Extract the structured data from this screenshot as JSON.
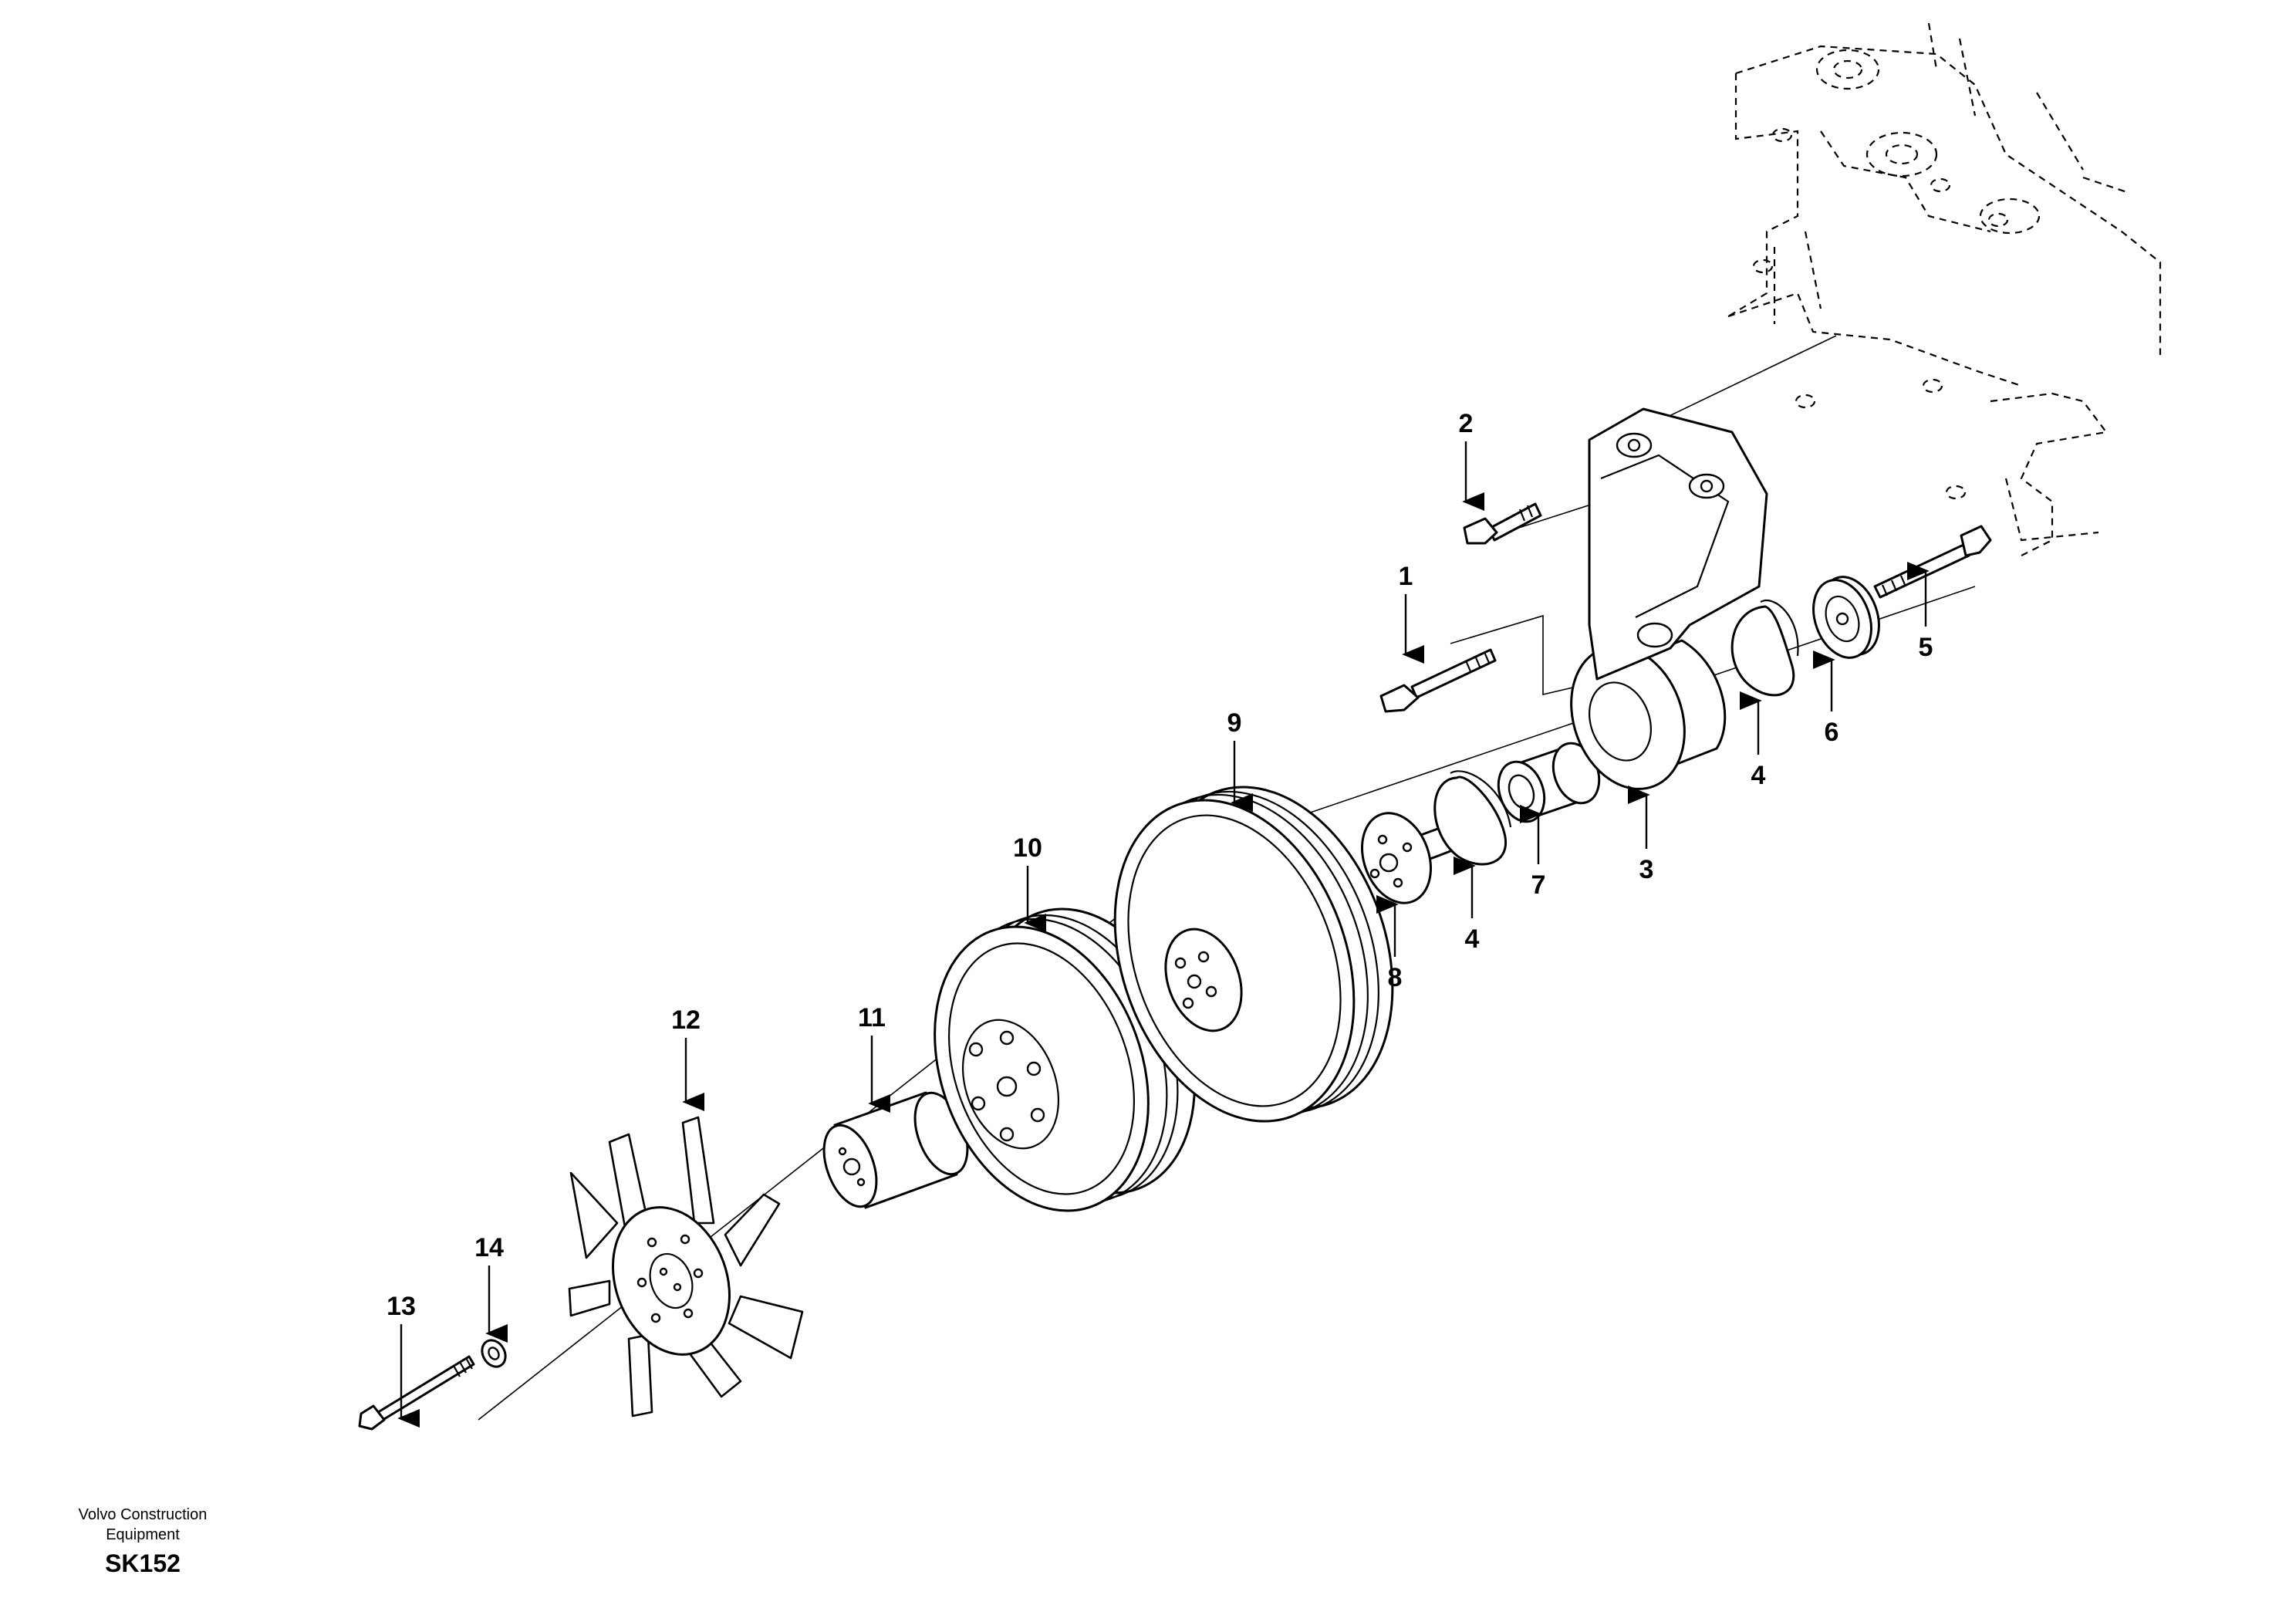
{
  "diagram": {
    "callouts": [
      {
        "id": "1",
        "label": "1"
      },
      {
        "id": "2",
        "label": "2"
      },
      {
        "id": "3",
        "label": "3"
      },
      {
        "id": "4a",
        "label": "4"
      },
      {
        "id": "4b",
        "label": "4"
      },
      {
        "id": "5",
        "label": "5"
      },
      {
        "id": "6",
        "label": "6"
      },
      {
        "id": "7",
        "label": "7"
      },
      {
        "id": "8",
        "label": "8"
      },
      {
        "id": "9",
        "label": "9"
      },
      {
        "id": "10",
        "label": "10"
      },
      {
        "id": "11",
        "label": "11"
      },
      {
        "id": "12",
        "label": "12"
      },
      {
        "id": "13",
        "label": "13"
      },
      {
        "id": "14",
        "label": "14"
      }
    ]
  },
  "footer": {
    "company_line1": "Volvo Construction",
    "company_line2": "Equipment",
    "code": "SK152"
  }
}
